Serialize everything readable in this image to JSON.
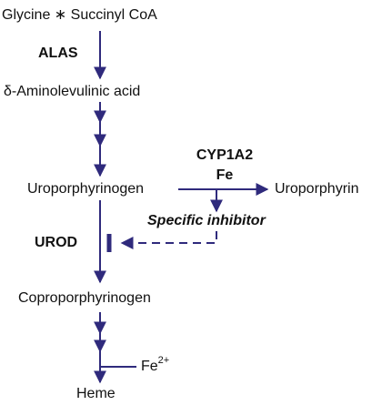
{
  "colors": {
    "arrow": "#2f2a7c",
    "text": "#111111"
  },
  "substrates": {
    "start": "Glycine ∗ Succinyl CoA",
    "ala": "δ-Aminolevulinic acid",
    "uroporphyrinogen": "Uroporphyrinogen",
    "uroporphyrin": "Uroporphyrin",
    "coproporphyrinogen": "Coproporphyrinogen",
    "heme": "Heme"
  },
  "enzymes": {
    "alas": "ALAS",
    "cyp1a2": "CYP1A2",
    "fe": "Fe",
    "urod": "UROD"
  },
  "inhibitor": {
    "label": "Specific inhibitor"
  },
  "iron": {
    "symbol": "Fe",
    "charge": "2+"
  }
}
